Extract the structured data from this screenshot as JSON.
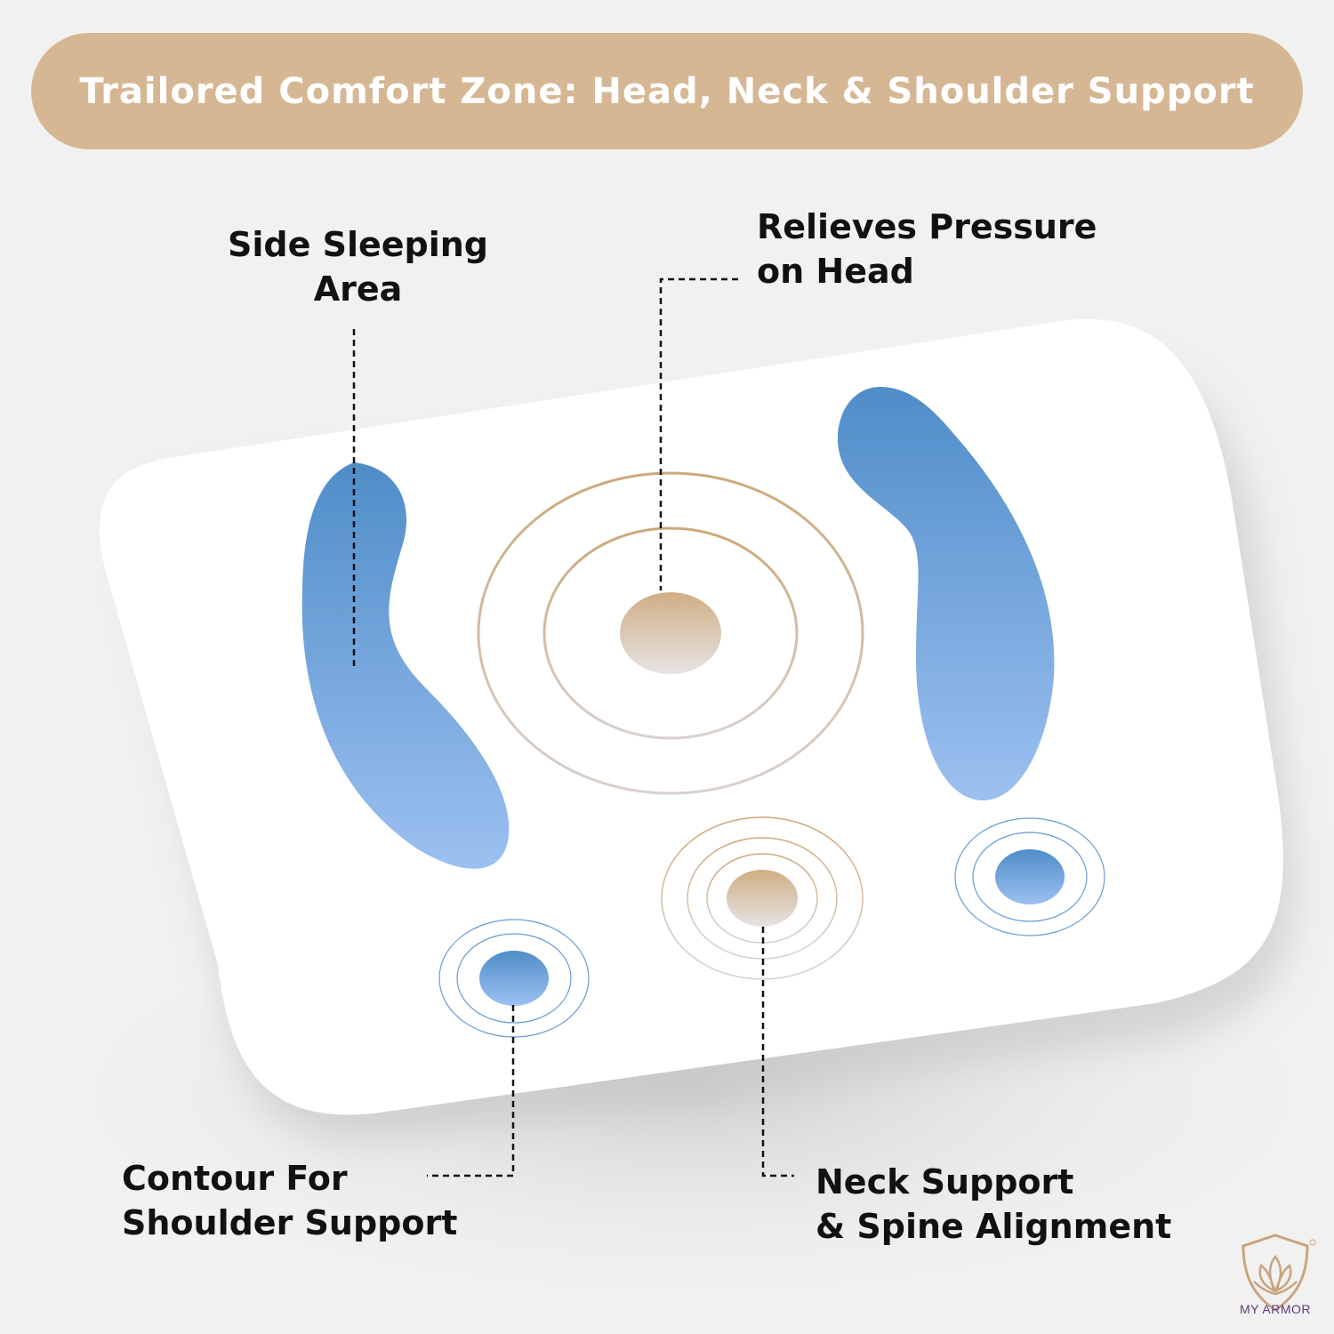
{
  "banner": {
    "title": "Trailored Comfort Zone: Head, Neck & Shoulder Support"
  },
  "callouts": {
    "side_sleeping": [
      "Side Sleeping",
      "Area"
    ],
    "pressure": [
      "Relieves Pressure",
      "on Head"
    ],
    "shoulder": [
      "Contour For",
      "Shoulder Support"
    ],
    "neck": [
      "Neck Support",
      "& Spine Alignment"
    ]
  },
  "brand": {
    "name": "MY ARMOR",
    "logo_icon": "lotus-shield-icon"
  },
  "colors": {
    "banner": "#d6b794",
    "blue_zone": "#5891cc",
    "gold_zone": "#cfae83",
    "logo": "#c9a47e",
    "text": "#111111"
  }
}
